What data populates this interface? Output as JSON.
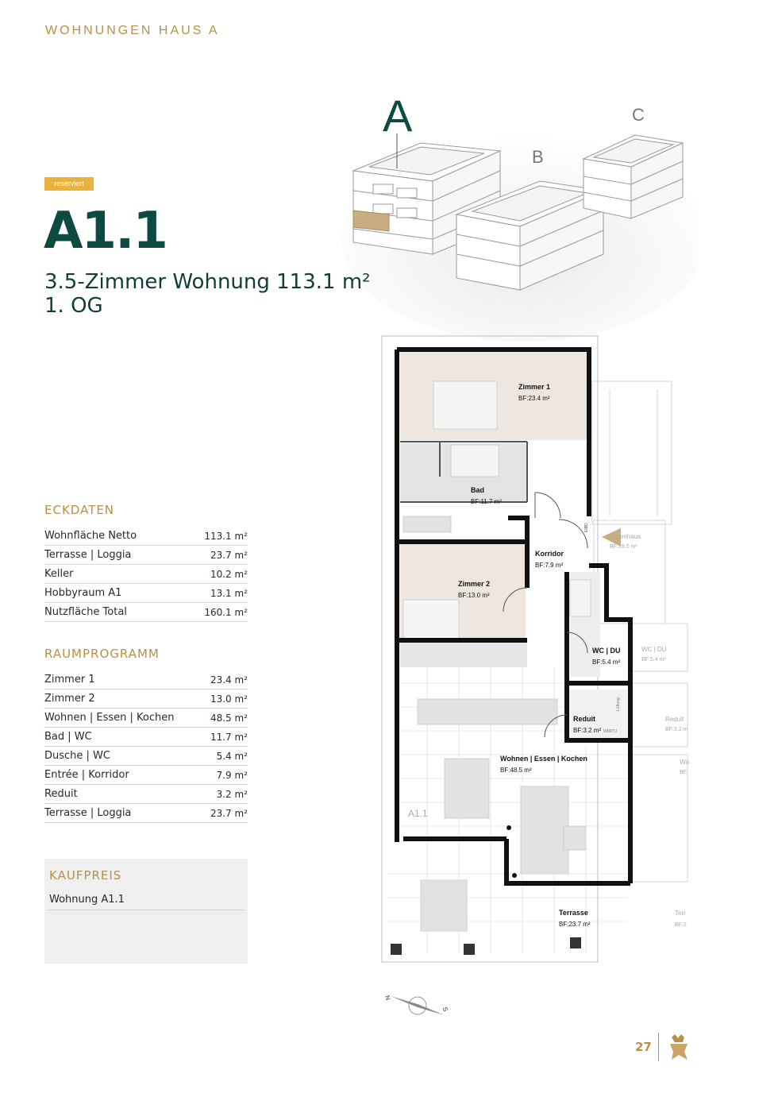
{
  "header": {
    "title": "WOHNUNGEN HAUS A"
  },
  "status": {
    "label": "reserviert"
  },
  "unit": {
    "code": "A1.1",
    "subtitle_line1": "3.5-Zimmer Wohnung 113.1 m²",
    "subtitle_line2": "1. OG"
  },
  "building_labels": {
    "a": "A",
    "b": "B",
    "c": "C"
  },
  "eckdaten": {
    "title": "ECKDATEN",
    "rows": [
      {
        "label": "Wohnfläche Netto",
        "value": "113.1 m²"
      },
      {
        "label": "Terrasse | Loggia",
        "value": "23.7 m²"
      },
      {
        "label": "Keller",
        "value": "10.2 m²"
      },
      {
        "label": "Hobbyraum A1",
        "value": "13.1 m²"
      },
      {
        "label": "Nutzfläche Total",
        "value": "160.1 m²"
      }
    ]
  },
  "raumprogramm": {
    "title": "RAUMPROGRAMM",
    "rows": [
      {
        "label": "Zimmer 1",
        "value": "23.4 m²"
      },
      {
        "label": "Zimmer 2",
        "value": "13.0 m²"
      },
      {
        "label": "Wohnen | Essen | Kochen",
        "value": "48.5 m²"
      },
      {
        "label": "Bad | WC",
        "value": "11.7 m²"
      },
      {
        "label": "Dusche | WC",
        "value": "5.4 m²"
      },
      {
        "label": "Entrée | Korridor",
        "value": "7.9 m²"
      },
      {
        "label": "Reduit",
        "value": "3.2 m²"
      },
      {
        "label": "Terrasse | Loggia",
        "value": "23.7 m²"
      }
    ]
  },
  "kaufpreis": {
    "title": "KAUFPREIS",
    "item": "Wohnung A1.1"
  },
  "floorplan": {
    "rooms": [
      {
        "name": "Zimmer 1",
        "area": "BF:23.4 m²"
      },
      {
        "name": "Bad",
        "area": "BF:11.7 m²"
      },
      {
        "name": "Korridor",
        "area": "BF:7.9 m²"
      },
      {
        "name": "Zimmer 2",
        "area": "BF:13.0 m²"
      },
      {
        "name": "WC | DU",
        "area": "BF:5.4 m²"
      },
      {
        "name": "Reduit",
        "area": "BF:3.2 m²"
      },
      {
        "name": "Wohnen | Essen | Kochen",
        "area": "BF:48.5 m²"
      },
      {
        "name": "Terrasse",
        "area": "BF:23.7 m²"
      }
    ],
    "unit_tag": "A1.1",
    "neighbor_labels": {
      "treppenhaus": "ppenhaus",
      "treppenhaus_area": "BF:19.0 m²",
      "wcdu": "WC | DU",
      "wcdu_area": "BF:5.4 m²",
      "reduit": "Reduit",
      "reduit_area": "BF:3.2 m",
      "wo": "Wo",
      "wo_area": "BF:",
      "terr": "Terr",
      "terr_area": "BF:2"
    },
    "small_labels": {
      "eibox": "EIBD",
      "lueftung": "Lüftung",
      "wmtu": "WM/TU"
    }
  },
  "compass": {
    "n": "N",
    "s": "S"
  },
  "page": {
    "number": "27"
  },
  "colors": {
    "accent_gold": "#b6914a",
    "heading_green": "#0d4a43",
    "badge": "#e8b23c",
    "highlight_unit": "#c9ad82"
  }
}
